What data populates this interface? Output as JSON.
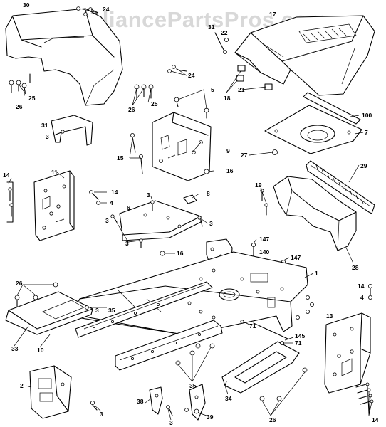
{
  "watermark": "AppliancePartsPros.com",
  "labels": {
    "p30": "30",
    "p24a": "24",
    "p17": "17",
    "p31a": "31",
    "p22": "22",
    "p25a": "25",
    "p26a": "26",
    "p24b": "24",
    "p25b": "25",
    "p26b": "26",
    "p5": "5",
    "p18": "18",
    "p21": "21",
    "p100": "100",
    "p7": "7",
    "p31b": "31",
    "p3a": "3",
    "p15": "15",
    "p9": "9",
    "p27": "27",
    "p16a": "16",
    "p14a": "14",
    "p11": "11",
    "p8": "8",
    "p29": "29",
    "p19": "19",
    "p14b": "14",
    "p4a": "4",
    "p6": "6",
    "p3b": "3",
    "p3c": "3",
    "p3d": "3",
    "p3e": "3",
    "p3f": "3",
    "p16b": "16",
    "p147a": "147",
    "p140": "140",
    "p147b": "147",
    "p28": "28",
    "p1": "1",
    "p26c": "26",
    "p35a": "35",
    "p14c": "14",
    "p4b": "4",
    "p13": "13",
    "p33": "33",
    "p10": "10",
    "p71a": "71",
    "p145": "145",
    "p71b": "71",
    "p2": "2",
    "p35b": "35",
    "p34": "34",
    "p26d": "26",
    "p14d": "14",
    "p3g": "3",
    "p38": "38",
    "p3h": "3",
    "p39": "39"
  }
}
